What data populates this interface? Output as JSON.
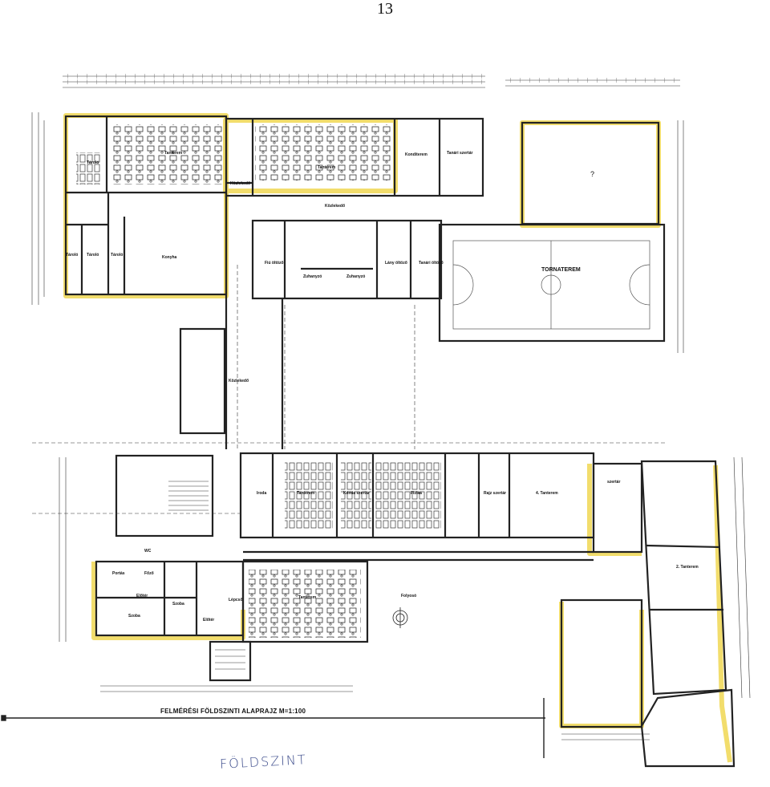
{
  "page_number": "13",
  "plan_title": "FELMÉRÉSI FÖLDSZINTI ALAPRAJZ M=1:100",
  "handwritten_note": "FÖLDSZINT",
  "unknown_room_mark": "?",
  "room_labels": {
    "konditerem": "Konditerem",
    "tanari": "Tanári szertár",
    "tanterem_top": "Tanterem",
    "tanterem_left": "Tanterem",
    "kozlekedo_1": "Közlekedő",
    "kozlekedo_2": "Közlekedő",
    "kozlekedo_3": "Közlekedő",
    "kamra": "Konyha",
    "tarolo_1": "Tároló",
    "tarolo_2": "Tároló",
    "tarolo_3": "Tároló",
    "tarolo_4": "Tároló",
    "fiu_ontozo": "Fiú öltöző",
    "lany_ontozo": "Lány öltöző",
    "tanari_ontozo": "Tanári öltöző",
    "zuhanyzo_1": "Zuhanyzó",
    "zuhanyzo_2": "Zuhanyzó",
    "tornaterem": "TORNATEREM",
    "tanterem_4": "4. Tanterem",
    "rajz_szertar": "Rajz szertár",
    "kemia": "Kémia szertár",
    "fizika": "Fizika",
    "tanterem_mid": "Tanterem",
    "tanterem_bottom": "Tanterem",
    "tanterem_2": "2. Tanterem",
    "szertar_right": "szertár",
    "portas": "Portás",
    "fozo": "Főző",
    "szoba_1": "Szoba",
    "szoba_2": "Szoba",
    "elotér": "Előtér",
    "lepcso": "Lépcső",
    "folyoso": "Folyosó",
    "wc": "WC",
    "iroda": "Iroda",
    "elotér_2": "Előtér"
  },
  "colors": {
    "wall": "#222222",
    "highlight": "#f2dd6c",
    "dimension": "#333333",
    "handwriting": "#3a4a8a"
  }
}
